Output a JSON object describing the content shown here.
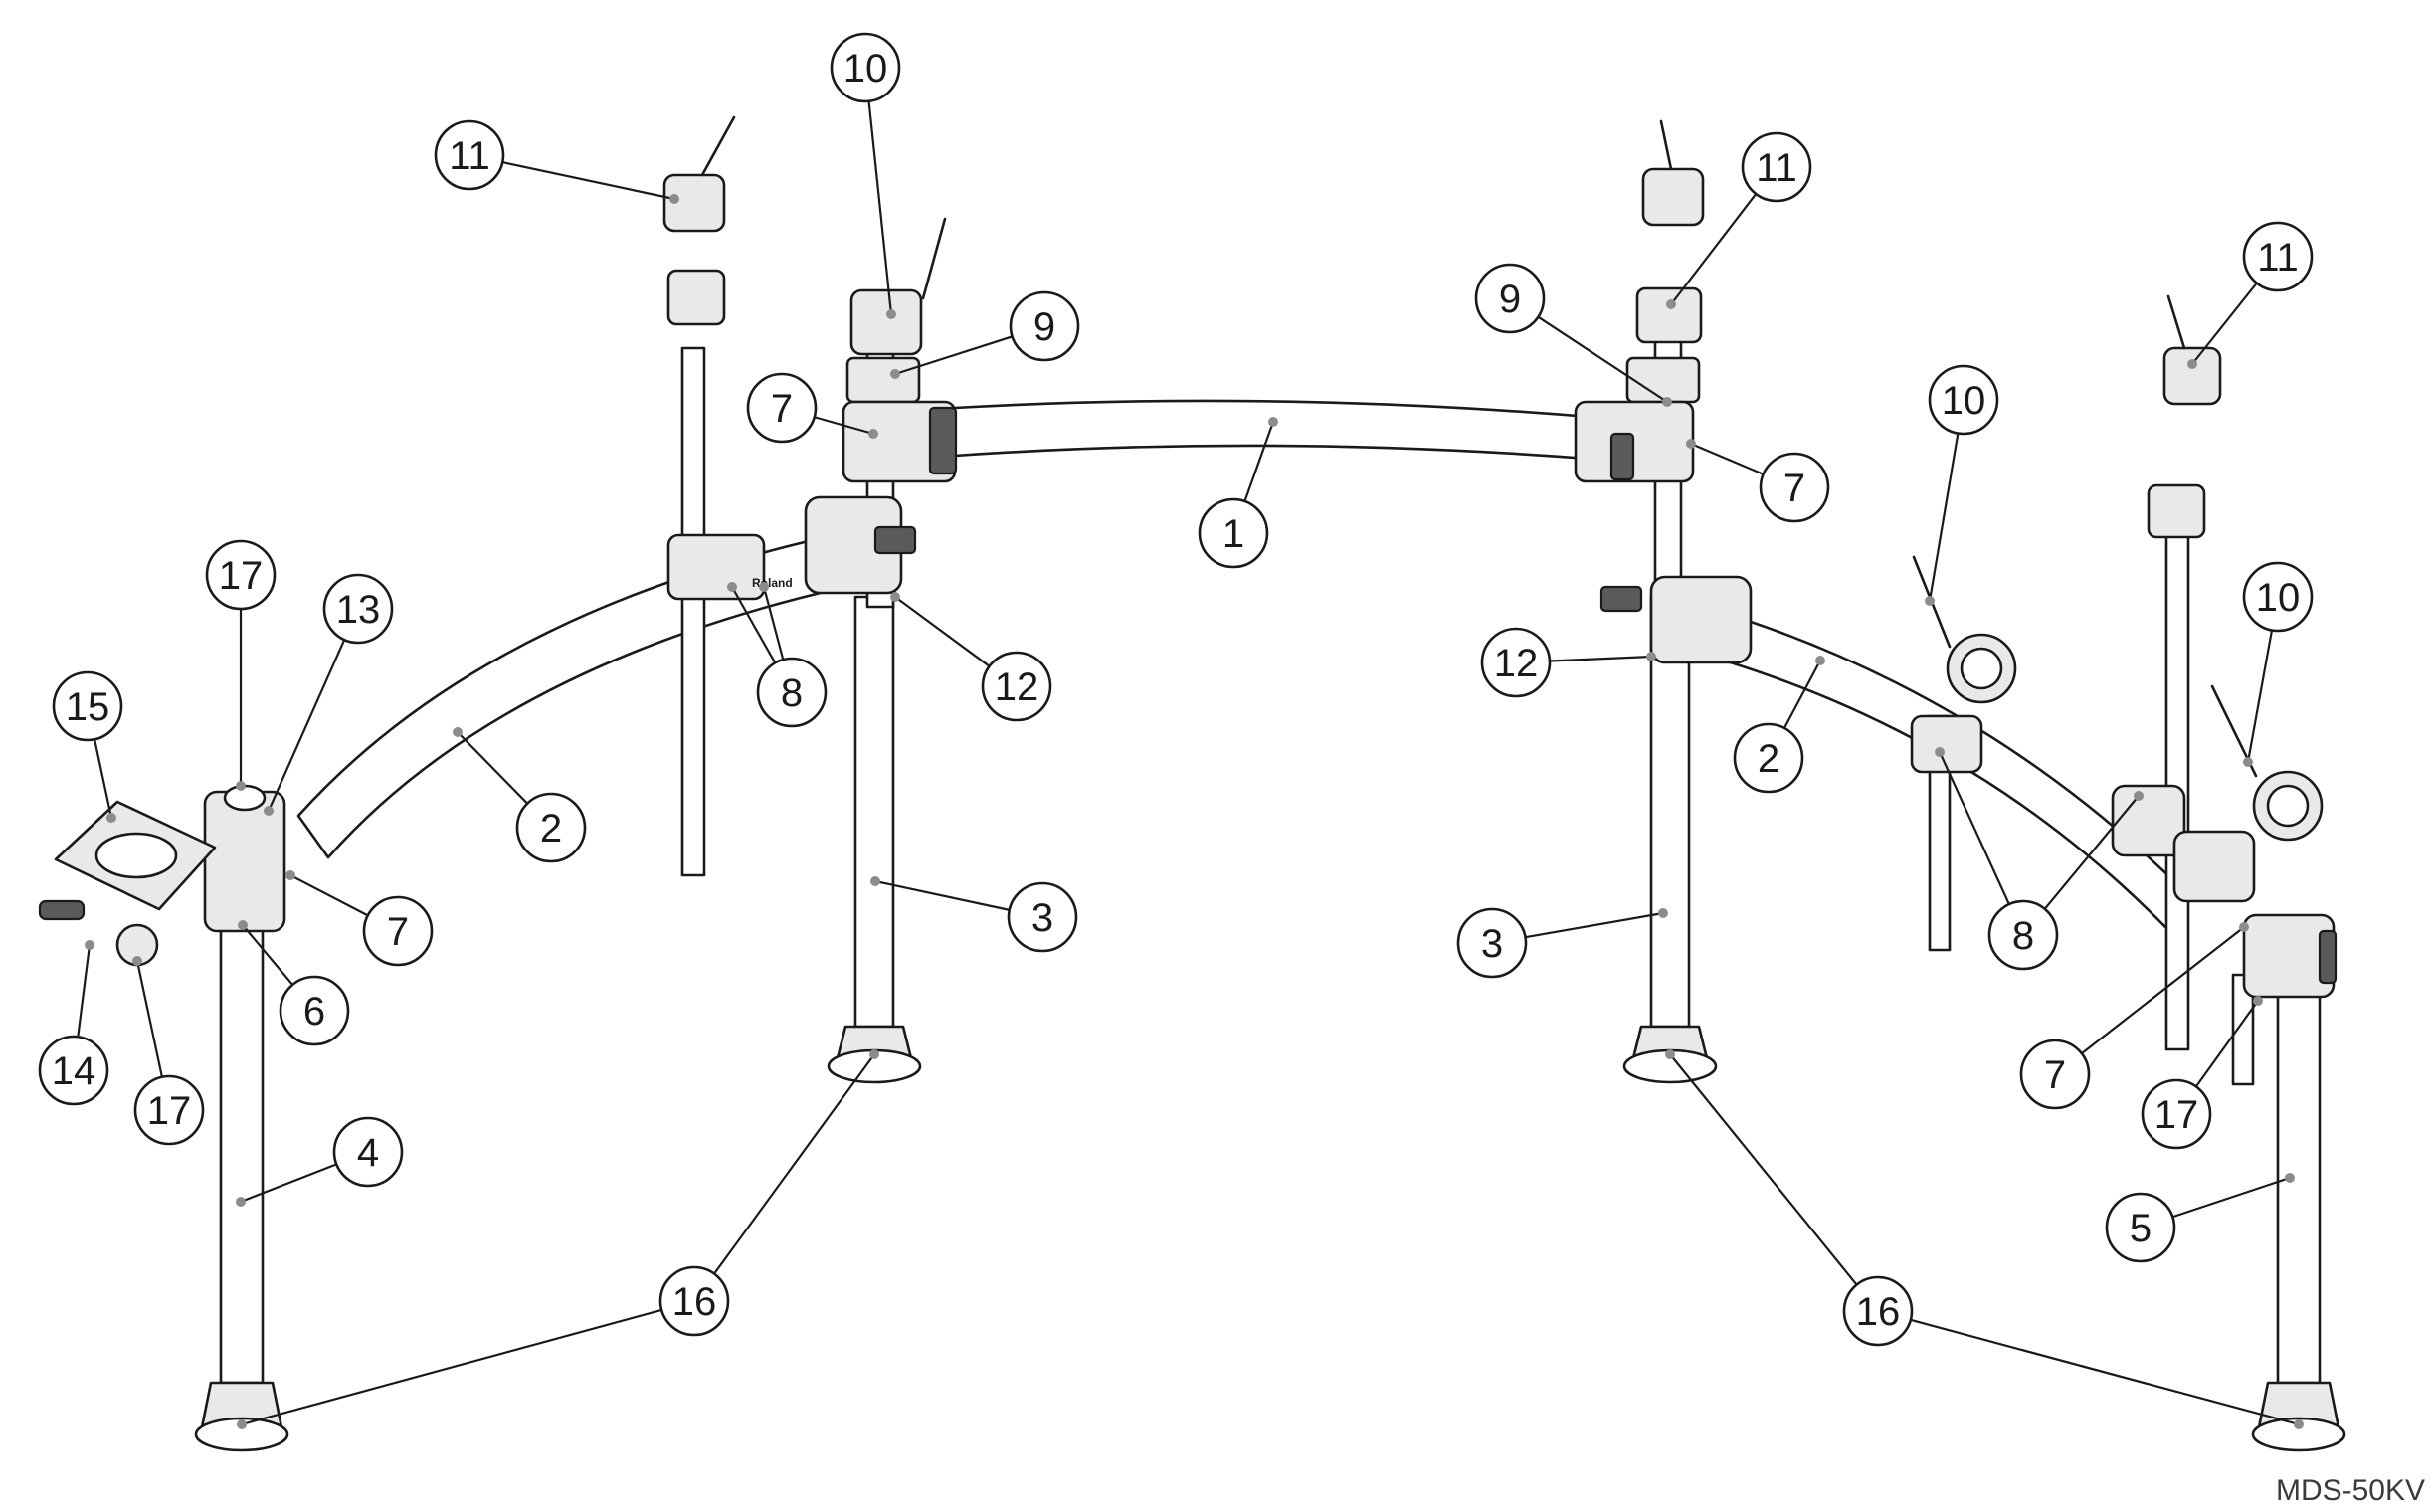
{
  "diagram": {
    "model_label": "MDS-50KV",
    "callouts": [
      {
        "id": "c10a",
        "number": "10"
      },
      {
        "id": "c11a",
        "number": "11"
      },
      {
        "id": "c9a",
        "number": "9"
      },
      {
        "id": "c7a",
        "number": "7"
      },
      {
        "id": "c1",
        "number": "1"
      },
      {
        "id": "c17a",
        "number": "17"
      },
      {
        "id": "c13",
        "number": "13"
      },
      {
        "id": "c15",
        "number": "15"
      },
      {
        "id": "c8a",
        "number": "8"
      },
      {
        "id": "c12a",
        "number": "12"
      },
      {
        "id": "c2a",
        "number": "2"
      },
      {
        "id": "c3a",
        "number": "3"
      },
      {
        "id": "c7b",
        "number": "7"
      },
      {
        "id": "c6",
        "number": "6"
      },
      {
        "id": "c14",
        "number": "14"
      },
      {
        "id": "c17b",
        "number": "17"
      },
      {
        "id": "c4",
        "number": "4"
      },
      {
        "id": "c16a",
        "number": "16"
      },
      {
        "id": "c11b",
        "number": "11"
      },
      {
        "id": "c9b",
        "number": "9"
      },
      {
        "id": "c11c",
        "number": "11"
      },
      {
        "id": "c10b",
        "number": "10"
      },
      {
        "id": "c7c",
        "number": "7"
      },
      {
        "id": "c12b",
        "number": "12"
      },
      {
        "id": "c2b",
        "number": "2"
      },
      {
        "id": "c10c",
        "number": "10"
      },
      {
        "id": "c3b",
        "number": "3"
      },
      {
        "id": "c8b",
        "number": "8"
      },
      {
        "id": "c7d",
        "number": "7"
      },
      {
        "id": "c17c",
        "number": "17"
      },
      {
        "id": "c5",
        "number": "5"
      },
      {
        "id": "c16b",
        "number": "16"
      }
    ]
  }
}
